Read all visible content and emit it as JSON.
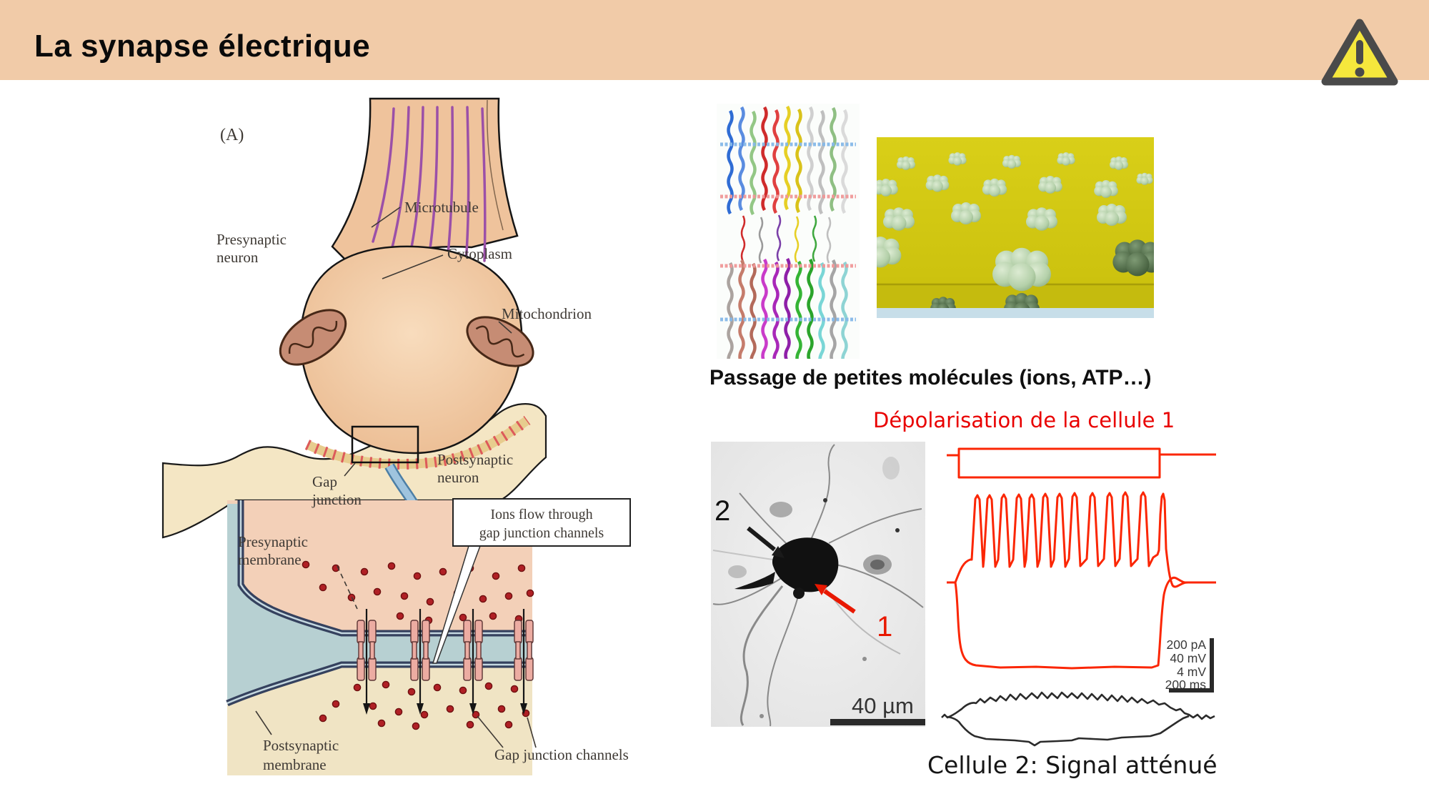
{
  "slide": {
    "title": "La synapse électrique",
    "header_bg": "#F1CBA8"
  },
  "warning": {
    "icon": "warning-triangle-icon",
    "fill": "#F5E73C",
    "border": "#4A4A4A"
  },
  "figure_a": {
    "panel_label": "(A)",
    "labels": {
      "presynaptic_neuron": [
        "Presynaptic",
        "neuron"
      ],
      "microtubule": "Microtubule",
      "cytoplasm": "Cytoplasm",
      "mitochondrion": "Mitochondrion",
      "gap_junction": [
        "Gap",
        "junction"
      ],
      "postsynaptic_neuron": [
        "Postsynaptic",
        "neuron"
      ],
      "presynaptic_membrane": [
        "Presynaptic",
        "membrane"
      ],
      "ions_flow_callout": [
        "Ions flow through",
        "gap junction channels"
      ],
      "postsynaptic_membrane": [
        "Postsynaptic",
        "membrane"
      ],
      "gap_junction_channels": "Gap junction channels"
    }
  },
  "right": {
    "molecules_caption": "Passage de petites molécules (ions, ATP…)",
    "depolarization_caption": "Dépolarisation de la cellule 1",
    "attenuated_caption": "Cellule 2: Signal atténué",
    "micrograph": {
      "cell2_label": "2",
      "cell1_label": "1",
      "scale_text": "40 µm"
    },
    "traces": {
      "scale_labels": [
        "200 pA",
        "40 mV",
        "4 mV",
        "200 ms"
      ],
      "cell1_color": "#FB2604",
      "cell2_color": "#2B2B2B",
      "spike_count": 13
    }
  }
}
